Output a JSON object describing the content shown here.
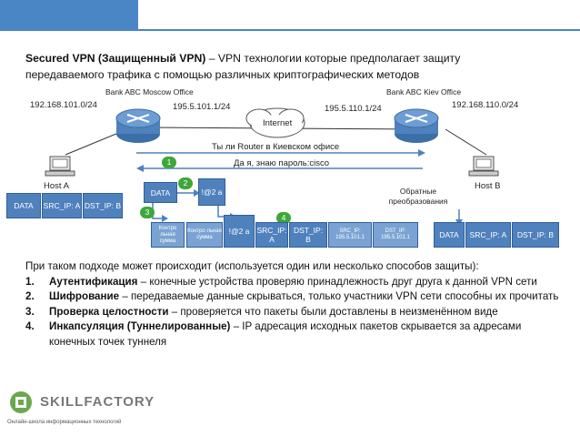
{
  "header": {
    "title_bold": "Secured VPN (Защищенный  VPN)",
    "title_rest": " – VPN технологии которые предполагает защиту передаваемого трафика с помощью различных криптографических методов"
  },
  "diagram": {
    "office_moscow": "Bank ABC Moscow Office",
    "office_kiev": "Bank ABC Kiev Office",
    "net_left": "192.168.101.0/24",
    "net_right": "192.168.110.0/24",
    "ip_router_left": "195.5.101.1/24",
    "ip_router_right": "195.5.110.1/24",
    "internet": "Internet",
    "msg_question": "Ты ли Router в Киевском офисе",
    "msg_answer": "Да я, знаю пароль:cisco",
    "host_a": "Host A",
    "host_b": "Host B",
    "reverse": "Обратные преобразования",
    "steps": [
      "1",
      "2",
      "3",
      "4"
    ],
    "packet_a": {
      "data": "DATA",
      "src": "SRC_IP: A",
      "dst": "DST_IP: B"
    },
    "router_data": "DATA",
    "encrypted": "!@2 a",
    "checksum": "Контро льная сумма",
    "tunnel_packet": {
      "checksum": "Контро льная сумма",
      "enc": "!@2 a",
      "src": "SRC_IP: A",
      "dst": "DST_IP: B",
      "src2": "SRC_IP: 195.5.101.1",
      "dst2": "DST_IP: 195.5.101.1"
    },
    "packet_b": {
      "data": "DATA",
      "src": "SRC_IP: A",
      "dst": "DST_IP: B"
    }
  },
  "body": {
    "intro": "При таком подходе может происходит (используется один или несколько способов защиты):",
    "items": [
      {
        "num": "1.",
        "bold": "Аутентификация",
        "text": " – конечные устройства проверяю принадлежность друг друга к данной VPN сети"
      },
      {
        "num": "2.",
        "bold": "Шифрование",
        "text": " – передаваемые данные скрываться, только участники VPN сети способны их прочитать"
      },
      {
        "num": "3.",
        "bold": "Проверка целостности",
        "text": " – проверяется что пакеты были доставлены в неизменённом виде"
      },
      {
        "num": "4.",
        "bold": "Инкапсуляция (Туннелированные)",
        "text": " –  IP адресация исходных пакетов скрывается за адресами конечных точек туннеля"
      }
    ]
  },
  "logo": {
    "name": "SKILLFACTORY",
    "sub": "Онлайн-школа информационных технологий"
  },
  "colors": {
    "accent": "#4a86c5",
    "box": "#4f81bd",
    "step": "#3fa63a"
  }
}
